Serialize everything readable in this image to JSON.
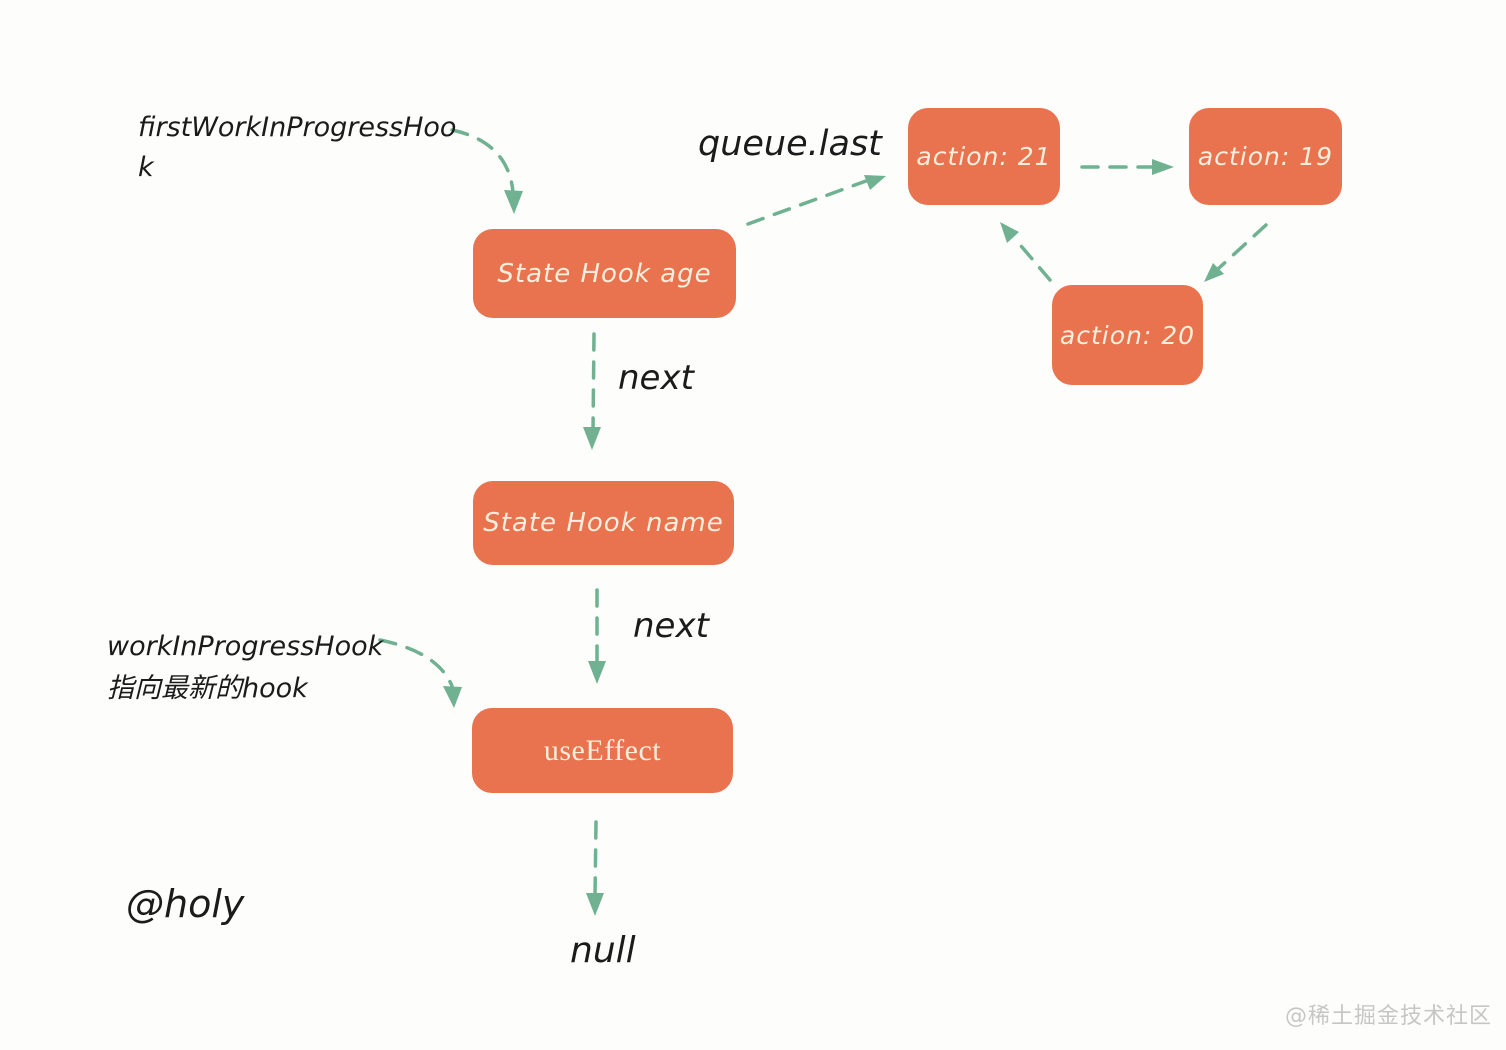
{
  "diagram": {
    "title_context": "React hooks linked list diagram",
    "colors": {
      "node_fill": "#e8734e",
      "node_text": "#fbeedd",
      "arrow": "#6fb191",
      "annotation_text": "#1b1b1b",
      "watermark_text": "#c6c6c6",
      "background": "#fdfdfc"
    },
    "nodes": [
      {
        "id": "state-hook-age",
        "label": "State Hook age"
      },
      {
        "id": "state-hook-name",
        "label": "State Hook name"
      },
      {
        "id": "use-effect",
        "label": "useEffect"
      },
      {
        "id": "action-21",
        "label": "action: 21"
      },
      {
        "id": "action-19",
        "label": "action: 19"
      },
      {
        "id": "action-20",
        "label": "action: 20"
      }
    ],
    "annotations": {
      "first_work_in_progress_hook": "firstWorkInProgressHoo\nk",
      "queue_last": "queue.last",
      "next_1": "next",
      "next_2": "next",
      "work_in_progress_hook": "workInProgressHook\n指向最新的hook",
      "null_terminator": "null",
      "author": "@holy",
      "watermark": "@稀土掘金技术社区"
    },
    "edges": [
      {
        "from": "firstWorkInProgressHook-label",
        "to": "state-hook-age",
        "style": "dashed-curve"
      },
      {
        "from": "state-hook-age",
        "to": "action-21",
        "label": "queue.last",
        "style": "dashed"
      },
      {
        "from": "action-21",
        "to": "action-19",
        "style": "dashed"
      },
      {
        "from": "action-19",
        "to": "action-20",
        "style": "dashed"
      },
      {
        "from": "action-20",
        "to": "action-21",
        "style": "dashed"
      },
      {
        "from": "state-hook-age",
        "to": "state-hook-name",
        "label": "next",
        "style": "dashed"
      },
      {
        "from": "state-hook-name",
        "to": "use-effect",
        "label": "next",
        "style": "dashed"
      },
      {
        "from": "workInProgressHook-label",
        "to": "use-effect",
        "style": "dashed-curve"
      },
      {
        "from": "use-effect",
        "to": "null",
        "style": "dashed"
      }
    ]
  }
}
